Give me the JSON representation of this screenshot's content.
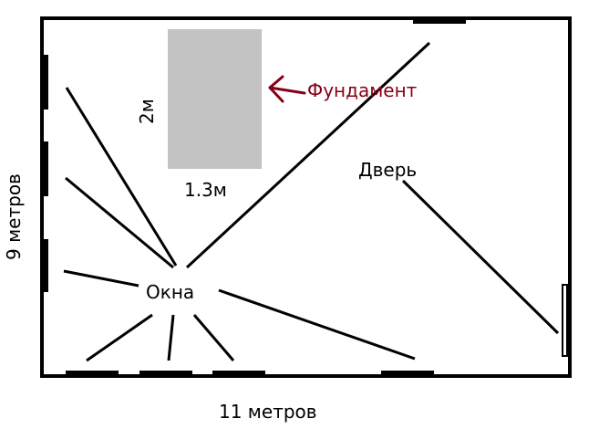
{
  "labels": {
    "foundation": "Фундамент",
    "foundation_height": "2м",
    "foundation_width": "1.3м",
    "door": "Дверь",
    "windows": "Окна",
    "room_height": "9 метров",
    "room_width": "11 метров"
  },
  "colors": {
    "wall": "#000000",
    "foundation_fill": "#c3c3c3",
    "arrow": "#880015"
  }
}
